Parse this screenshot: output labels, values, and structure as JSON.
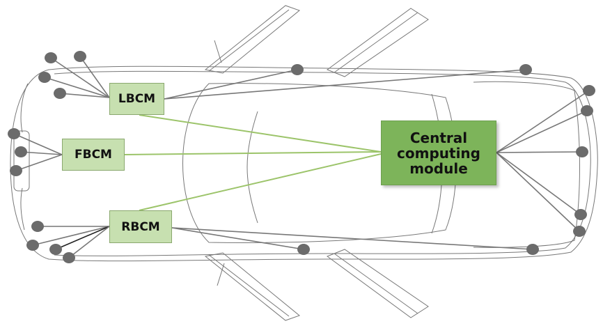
{
  "modules": {
    "lbcm": "LBCM",
    "fbcm": "FBCM",
    "rbcm": "RBCM",
    "central": [
      "Central",
      "computing",
      "module"
    ]
  },
  "colors": {
    "small_box": "#c7e0b0",
    "central_box": "#7db45a",
    "green_link": "#9cc46a",
    "wire": "#777777",
    "sensor": "#6b6b6b"
  }
}
